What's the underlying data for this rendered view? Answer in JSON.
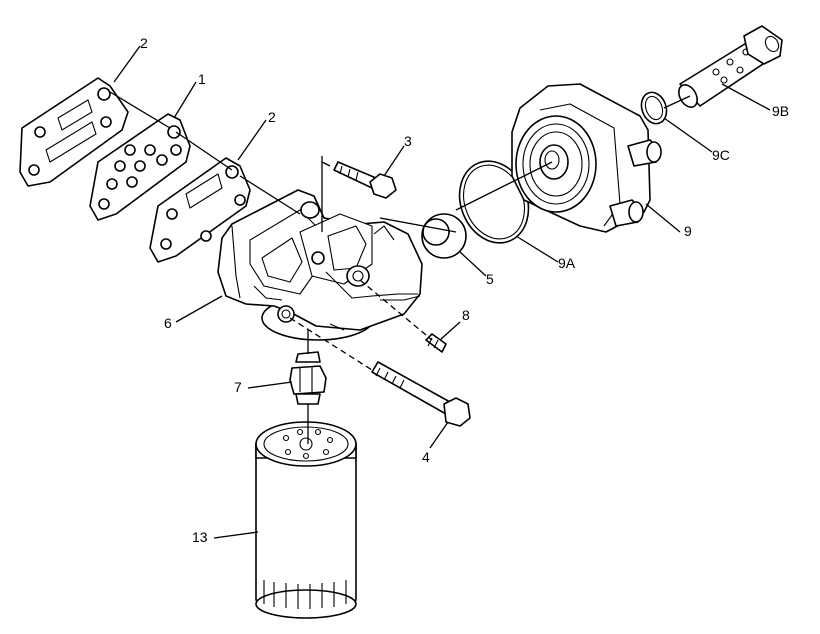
{
  "callouts": {
    "c2a": "2",
    "c1": "1",
    "c2b": "2",
    "c3": "3",
    "c9b": "9B",
    "c9c": "9C",
    "c9": "9",
    "c9a": "9A",
    "c5": "5",
    "c8": "8",
    "c6": "6",
    "c7": "7",
    "c4": "4",
    "c13": "13"
  }
}
